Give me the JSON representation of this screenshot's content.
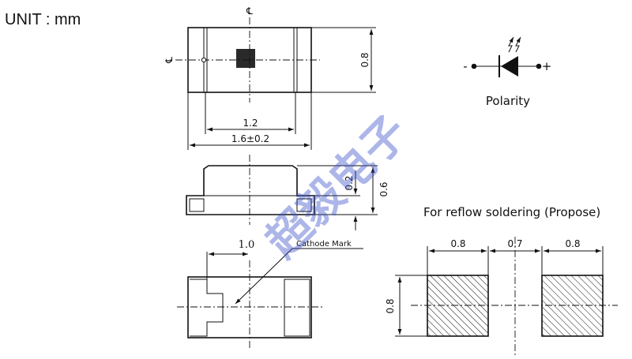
{
  "unit_label": "UNIT : mm",
  "top_view": {
    "centerline_symbol": "℄",
    "dim_height": "0.8",
    "dim_inner_width": "1.2",
    "dim_total_width": "1.6±0.2"
  },
  "side_view": {
    "dim_terminal_height": "0.2",
    "dim_total_height": "0.6"
  },
  "bottom_view": {
    "dim_offset": "1.0",
    "cathode_mark_label": "Cathode Mark"
  },
  "polarity": {
    "minus_sign": "-",
    "plus_sign": "+",
    "label": "Polarity"
  },
  "soldering": {
    "title": "For reflow soldering (Propose)",
    "dim_pad_left": "0.8",
    "dim_gap": "0.7",
    "dim_pad_right": "0.8",
    "dim_pad_height": "0.8"
  },
  "watermark": "超毅电子",
  "colors": {
    "line": "#111111",
    "watermark": "#3c50c8"
  }
}
